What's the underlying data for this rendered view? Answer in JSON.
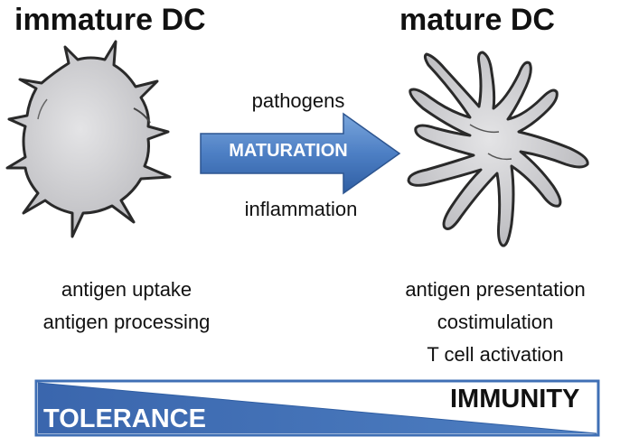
{
  "titles": {
    "left": "immature DC",
    "right": "mature DC"
  },
  "arrow": {
    "top_label": "pathogens",
    "center_label": "MATURATION",
    "bottom_label": "inflammation"
  },
  "immature_functions": [
    "antigen uptake",
    "antigen processing"
  ],
  "mature_functions": [
    "antigen presentation",
    "costimulation",
    "T cell activation"
  ],
  "gradient_bar": {
    "left_label": "TOLERANCE",
    "right_label": "IMMUNITY"
  },
  "colors": {
    "blue": "#3f6fb5",
    "blue_light": "#6f9bd4",
    "cell_fill": "#cfcfd2",
    "cell_outline": "#2a2a2a"
  }
}
